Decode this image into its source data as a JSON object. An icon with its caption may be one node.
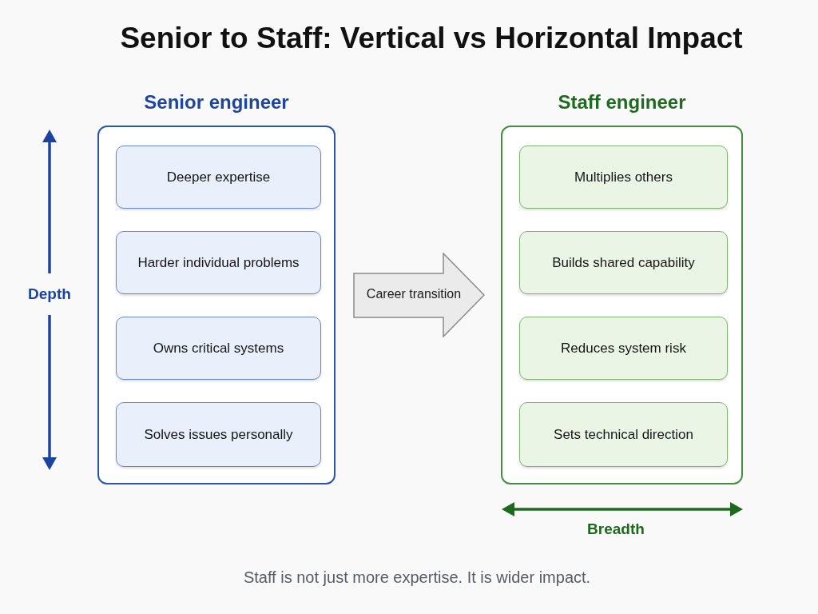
{
  "diagram": {
    "title": "Senior to Staff: Vertical vs Horizontal Impact",
    "caption": "Staff is not just more expertise. It is wider impact.",
    "nodes": [
      {
        "text": [
          "Senior engineer"
        ]
      },
      {
        "text": [
          "Deeper expertise"
        ],
        "in": 0
      },
      {
        "text": [
          "Harder individual problems"
        ],
        "in": 0
      },
      {
        "text": [
          "Owns critical systems"
        ],
        "in": 0
      },
      {
        "text": [
          "Solves issues personally"
        ],
        "in": 0
      },
      {
        "text": [
          "Career transition"
        ]
      },
      {
        "text": [
          "Staff engineer"
        ]
      },
      {
        "text": [
          "Multiplies others"
        ],
        "in": 6
      },
      {
        "text": [
          "Builds shared capability"
        ],
        "in": 6
      },
      {
        "text": [
          "Reduces system risk"
        ],
        "in": 6
      },
      {
        "text": [
          "Sets technical direction"
        ],
        "in": 6
      }
    ],
    "labels": [
      "Depth",
      "Breadth"
    ]
  }
}
